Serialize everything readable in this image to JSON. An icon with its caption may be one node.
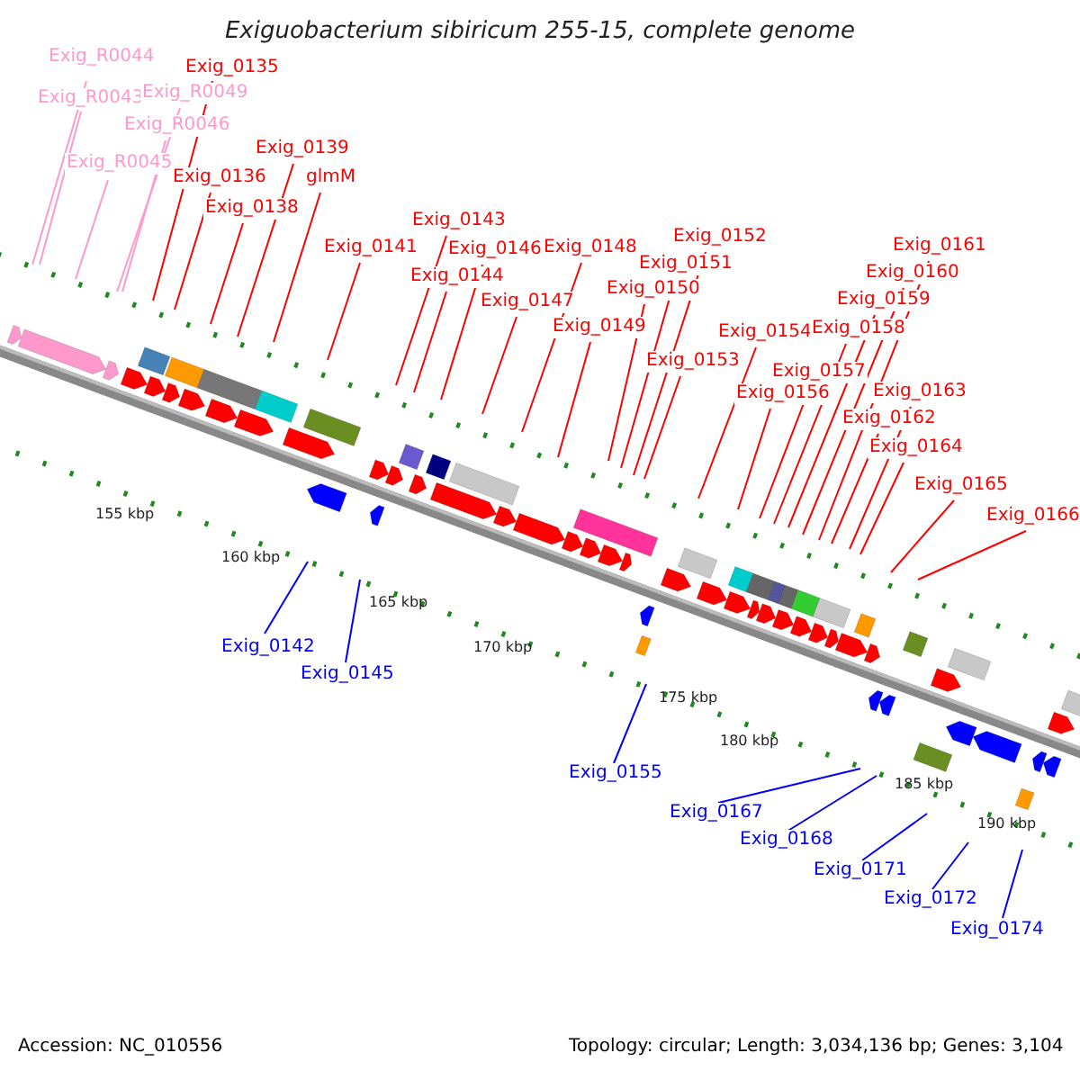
{
  "diagram": {
    "title": "Exiguobacterium sibiricum 255-15, complete genome",
    "nodes": [
      {
        "text": [
          "Exig_R0044"
        ]
      },
      {
        "text": [
          "Exig_R0043"
        ]
      },
      {
        "text": [
          "Exig_R0049"
        ]
      },
      {
        "text": [
          "Exig_R0046"
        ]
      },
      {
        "text": [
          "Exig_R0045"
        ]
      },
      {
        "text": [
          "Exig_0135"
        ]
      },
      {
        "text": [
          "Exig_0136"
        ]
      },
      {
        "text": [
          "Exig_0138"
        ]
      },
      {
        "text": [
          "Exig_0139"
        ]
      },
      {
        "text": [
          "glmM"
        ]
      },
      {
        "text": [
          "Exig_0141"
        ]
      },
      {
        "text": [
          "Exig_0143"
        ]
      },
      {
        "text": [
          "Exig_0144"
        ]
      },
      {
        "text": [
          "Exig_0146"
        ]
      },
      {
        "text": [
          "Exig_0147"
        ]
      },
      {
        "text": [
          "Exig_0148"
        ]
      },
      {
        "text": [
          "Exig_0149"
        ]
      },
      {
        "text": [
          "Exig_0150"
        ]
      },
      {
        "text": [
          "Exig_0151"
        ]
      },
      {
        "text": [
          "Exig_0152"
        ]
      },
      {
        "text": [
          "Exig_0153"
        ]
      },
      {
        "text": [
          "Exig_0154"
        ]
      },
      {
        "text": [
          "Exig_0156"
        ]
      },
      {
        "text": [
          "Exig_0157"
        ]
      },
      {
        "text": [
          "Exig_0158"
        ]
      },
      {
        "text": [
          "Exig_0159"
        ]
      },
      {
        "text": [
          "Exig_0160"
        ]
      },
      {
        "text": [
          "Exig_0161"
        ]
      },
      {
        "text": [
          "Exig_0162"
        ]
      },
      {
        "text": [
          "Exig_0163"
        ]
      },
      {
        "text": [
          "Exig_0164"
        ]
      },
      {
        "text": [
          "Exig_0165"
        ]
      },
      {
        "text": [
          "Exig_0166"
        ]
      },
      {
        "text": [
          "Exig_0142"
        ]
      },
      {
        "text": [
          "Exig_0145"
        ]
      },
      {
        "text": [
          "Exig_0155"
        ]
      },
      {
        "text": [
          "Exig_0167"
        ]
      },
      {
        "text": [
          "Exig_0168"
        ]
      },
      {
        "text": [
          "Exig_0171"
        ]
      },
      {
        "text": [
          "Exig_0172"
        ]
      },
      {
        "text": [
          "Exig_0174"
        ]
      }
    ],
    "edges": [
      {
        "from": 0,
        "to": null,
        "arrow": "none",
        "color": "#ff99cc"
      },
      {
        "from": 1,
        "to": null,
        "arrow": "none",
        "color": "#ff99cc"
      },
      {
        "from": 2,
        "to": null,
        "arrow": "none",
        "color": "#ff99cc"
      },
      {
        "from": 3,
        "to": null,
        "arrow": "none",
        "color": "#ff99cc"
      },
      {
        "from": 4,
        "to": null,
        "arrow": "none",
        "color": "#ff99cc"
      },
      {
        "from": 5,
        "to": null,
        "arrow": "none"
      },
      {
        "from": 6,
        "to": null,
        "arrow": "none"
      },
      {
        "from": 7,
        "to": null,
        "arrow": "none"
      },
      {
        "from": 8,
        "to": null,
        "arrow": "none"
      },
      {
        "from": 9,
        "to": null,
        "arrow": "none"
      },
      {
        "from": 10,
        "to": null,
        "arrow": "none"
      },
      {
        "from": 11,
        "to": null,
        "arrow": "none"
      },
      {
        "from": 12,
        "to": null,
        "arrow": "none"
      },
      {
        "from": 13,
        "to": null,
        "arrow": "none"
      },
      {
        "from": 14,
        "to": null,
        "arrow": "none"
      },
      {
        "from": 15,
        "to": null,
        "arrow": "none"
      },
      {
        "from": 16,
        "to": null,
        "arrow": "none"
      },
      {
        "from": 17,
        "to": null,
        "arrow": "none"
      },
      {
        "from": 18,
        "to": null,
        "arrow": "none"
      },
      {
        "from": 19,
        "to": null,
        "arrow": "none"
      },
      {
        "from": 20,
        "to": null,
        "arrow": "none"
      },
      {
        "from": 21,
        "to": null,
        "arrow": "none"
      },
      {
        "from": 22,
        "to": null,
        "arrow": "none"
      },
      {
        "from": 23,
        "to": null,
        "arrow": "none"
      },
      {
        "from": 24,
        "to": null,
        "arrow": "none"
      },
      {
        "from": 25,
        "to": null,
        "arrow": "none"
      },
      {
        "from": 26,
        "to": null,
        "arrow": "none"
      },
      {
        "from": 27,
        "to": null,
        "arrow": "none"
      },
      {
        "from": 28,
        "to": null,
        "arrow": "none"
      },
      {
        "from": 29,
        "to": null,
        "arrow": "none"
      },
      {
        "from": 30,
        "to": null,
        "arrow": "none"
      },
      {
        "from": 31,
        "to": null,
        "arrow": "none"
      },
      {
        "from": 32,
        "to": null,
        "arrow": "none"
      },
      {
        "from": 33,
        "to": null,
        "arrow": "none",
        "color": "#0000ff"
      },
      {
        "from": 34,
        "to": null,
        "arrow": "none",
        "color": "#0000ff"
      },
      {
        "from": 35,
        "to": null,
        "arrow": "none",
        "color": "#0000ff"
      },
      {
        "from": 36,
        "to": null,
        "arrow": "none",
        "color": "#0000ff"
      },
      {
        "from": 37,
        "to": null,
        "arrow": "none",
        "color": "#0000ff"
      },
      {
        "from": 38,
        "to": null,
        "arrow": "none",
        "color": "#0000ff"
      },
      {
        "from": 39,
        "to": null,
        "arrow": "none",
        "color": "#0000ff"
      },
      {
        "from": 40,
        "to": null,
        "arrow": "none",
        "color": "#0000ff"
      }
    ],
    "labels": [
      "155 kbp",
      "160 kbp",
      "165 kbp",
      "170 kbp",
      "175 kbp",
      "180 kbp",
      "185 kbp",
      "190 kbp",
      "Accession: NC_010556",
      "Topology: circular; Length: 3,034,136 bp; Genes: 3,104"
    ]
  }
}
